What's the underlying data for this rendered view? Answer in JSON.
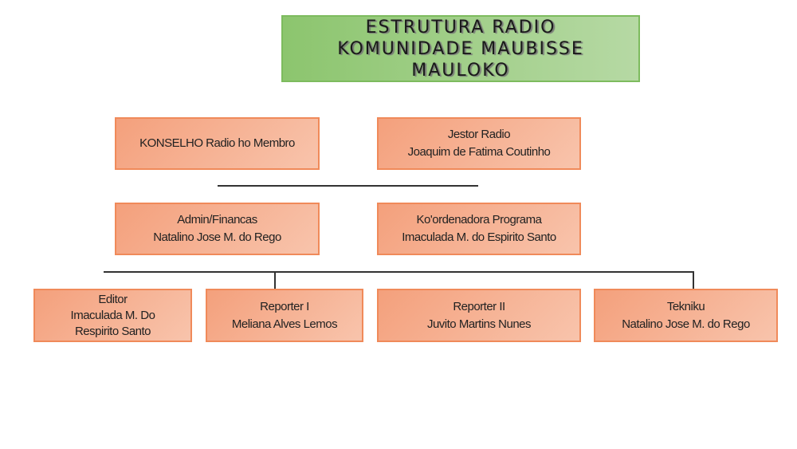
{
  "title": {
    "lines": [
      "ESTRUTURA RADIO",
      "KOMUNIDADE MAUBISSE",
      "MAULOKO"
    ]
  },
  "boxes": {
    "konselho": {
      "lines": [
        "KONSELHO Radio ho Membro"
      ]
    },
    "jestor": {
      "lines": [
        "Jestor Radio",
        "Joaquim de Fatima Coutinho"
      ]
    },
    "admin": {
      "lines": [
        "Admin/Financas",
        "Natalino Jose M. do Rego"
      ]
    },
    "koordenadora": {
      "lines": [
        "Ko'ordenadora Programa",
        "Imaculada M. do Espirito Santo"
      ]
    },
    "editor": {
      "lines": [
        "Editor",
        "Imaculada M. Do",
        "Respirito Santo"
      ]
    },
    "reporter1": {
      "lines": [
        "Reporter I",
        "Meliana Alves Lemos"
      ]
    },
    "reporter2": {
      "lines": [
        "Reporter II",
        "Juvito Martins Nunes"
      ]
    },
    "tekniku": {
      "lines": [
        "Tekniku",
        "Natalino Jose M. do Rego"
      ]
    }
  },
  "colors": {
    "title_fill": "#8cc56e",
    "box_fill": "#f4a07c",
    "box_border": "#f08a5a"
  }
}
